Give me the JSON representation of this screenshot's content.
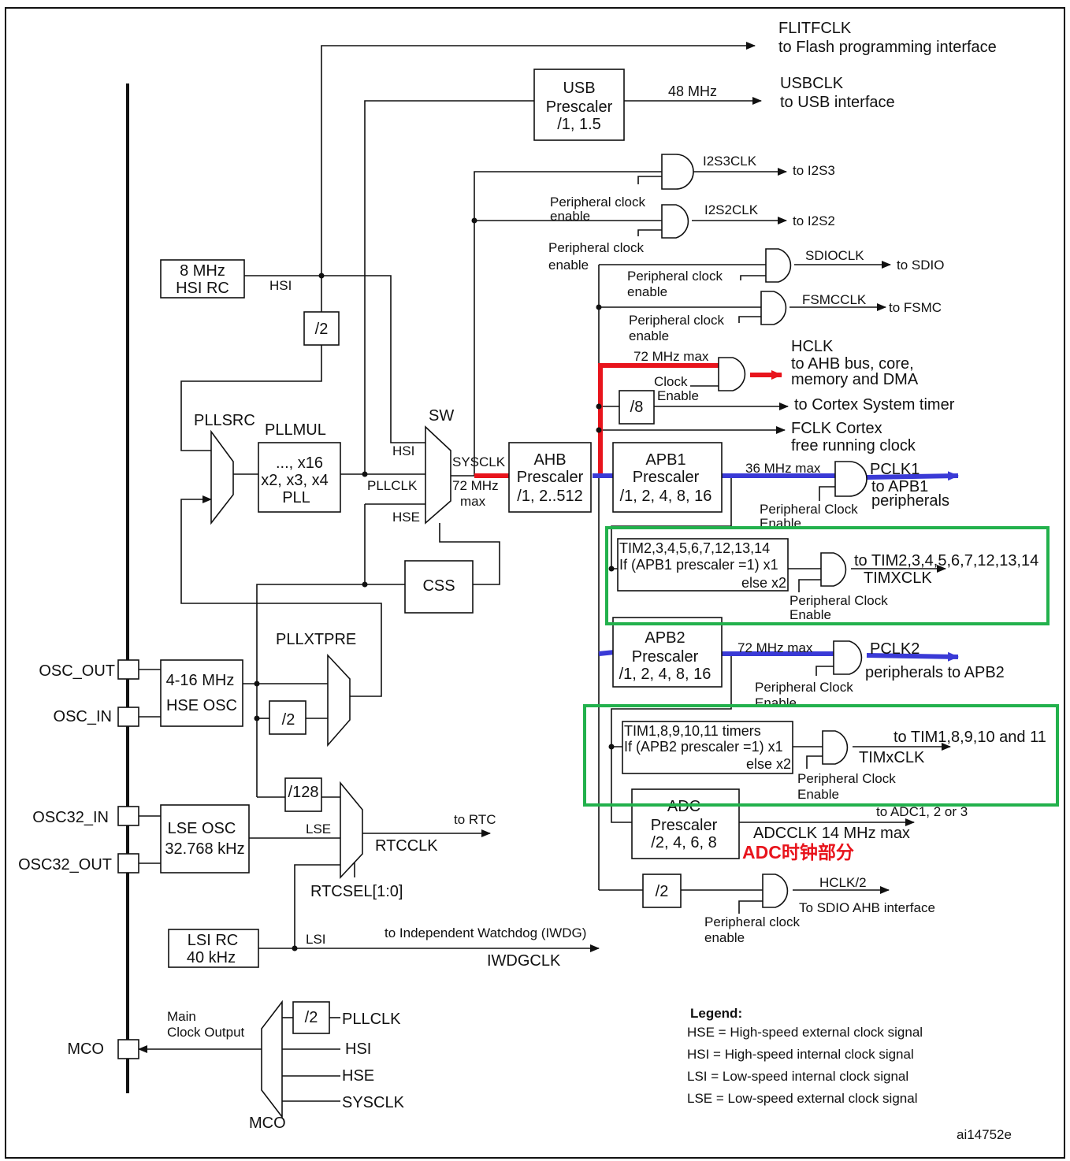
{
  "diagram": {
    "outputs": {
      "flitfclk": [
        "FLITFCLK",
        "to Flash programming interface"
      ],
      "usbclk": [
        "USBCLK",
        "to USB interface"
      ],
      "usb_freq": "48 MHz",
      "i2s3clk": "I2S3CLK",
      "to_i2s3": "to I2S3",
      "i2s2clk": "I2S2CLK",
      "to_i2s2": "to I2S2",
      "sdioclk": "SDIOCLK",
      "to_sdio": "to SDIO",
      "fsmcclk": "FSMCCLK",
      "to_fsmc": "to FSMC",
      "hclk": [
        "HCLK",
        "to AHB bus, core,",
        "memory and DMA"
      ],
      "hclk_max": "72 MHz max",
      "systick": "to Cortex System timer",
      "fclk": [
        "FCLK Cortex",
        "free running clock"
      ],
      "pclk1": [
        "PCLK1",
        "to APB1",
        "peripherals"
      ],
      "pclk1_max": "36 MHz max",
      "tim_apb1": [
        "to TIM2,3,4,5,6,7,12,13,14",
        "TIMXCLK"
      ],
      "pclk2": [
        "PCLK2",
        "peripherals to APB2"
      ],
      "pclk2_max": "72 MHz max",
      "tim_apb2": [
        "to TIM1,8,9,10 and 11",
        "TIMxCLK"
      ],
      "adc": [
        "to ADC1, 2 or 3",
        "ADCCLK 14 MHz max"
      ],
      "hclk2": [
        "HCLK/2",
        "To SDIO AHB interface"
      ],
      "rtc": [
        "to RTC",
        "RTCCLK"
      ],
      "iwdg": [
        "to Independent Watchdog (IWDG)",
        "IWDGCLK"
      ]
    },
    "blocks": {
      "usb_prescaler": [
        "USB",
        "Prescaler",
        "/1, 1.5"
      ],
      "hsi_rc": [
        "8 MHz",
        "HSI RC"
      ],
      "div2": "/2",
      "div8": "/8",
      "div128": "/128",
      "pll": [
        "..., x16",
        "x2, x3, x4",
        "PLL"
      ],
      "ahb_prescaler": [
        "AHB",
        "Prescaler",
        "/1, 2..512"
      ],
      "apb1_prescaler": [
        "APB1",
        "Prescaler",
        "/1, 2, 4, 8, 16"
      ],
      "apb2_prescaler": [
        "APB2",
        "Prescaler",
        "/1, 2, 4, 8, 16"
      ],
      "adc_prescaler": [
        "ADC",
        "Prescaler",
        "/2, 4, 6, 8"
      ],
      "css": "CSS",
      "hse_osc": [
        "4-16 MHz",
        "HSE OSC"
      ],
      "lse_osc": [
        "LSE OSC",
        "32.768 kHz"
      ],
      "lsi_rc": [
        "LSI RC",
        "40 kHz"
      ],
      "tim_apb1_mult": [
        "TIM2,3,4,5,6,7,12,13,14",
        "If (APB1 prescaler =1) x1",
        "else  x2"
      ],
      "tim_apb2_mult": [
        "TIM1,8,9,10,11 timers",
        "If (APB2 prescaler =1) x1",
        "else x2"
      ]
    },
    "signals": {
      "hsi": "HSI",
      "hse": "HSE",
      "pllclk": "PLLCLK",
      "sysclk": "SYSCLK",
      "sysclk_max": [
        "72 MHz",
        "max"
      ],
      "lse": "LSE",
      "lsi": "LSI",
      "pllsrc": "PLLSRC",
      "pllmul": "PLLMUL",
      "pllxtpre": "PLLXTPRE",
      "sw": "SW",
      "rtcsel": "RTCSEL[1:0]",
      "clock_enable": [
        "Clock",
        "Enable"
      ],
      "periph_clock_enable_lc": [
        "Peripheral clock",
        "enable"
      ],
      "periph_clock_enable_uc": [
        "Peripheral Clock",
        "Enable"
      ]
    },
    "pins": {
      "osc_out": "OSC_OUT",
      "osc_in": "OSC_IN",
      "osc32_in": "OSC32_IN",
      "osc32_out": "OSC32_OUT",
      "mco": "MCO"
    },
    "mco_mux": {
      "label": [
        "Main",
        "Clock Output"
      ],
      "inputs": [
        "PLLCLK",
        "HSI",
        "HSE",
        "SYSCLK"
      ],
      "div": "/2",
      "name": "MCO"
    },
    "annotation": "ADC时钟部分",
    "legend": {
      "title": "Legend:",
      "items": [
        "HSE = High-speed external clock signal",
        "HSI = High-speed internal clock signal",
        "LSI = Low-speed internal clock signal",
        "LSE = Low-speed external clock signal"
      ]
    },
    "figure_id": "ai14752e"
  },
  "colors": {
    "line": "#111111",
    "hclk_path": "#e8141c",
    "apb_path": "#3a3ad6",
    "timer_highlight": "#22b14c",
    "annotation": "#e8141c"
  }
}
